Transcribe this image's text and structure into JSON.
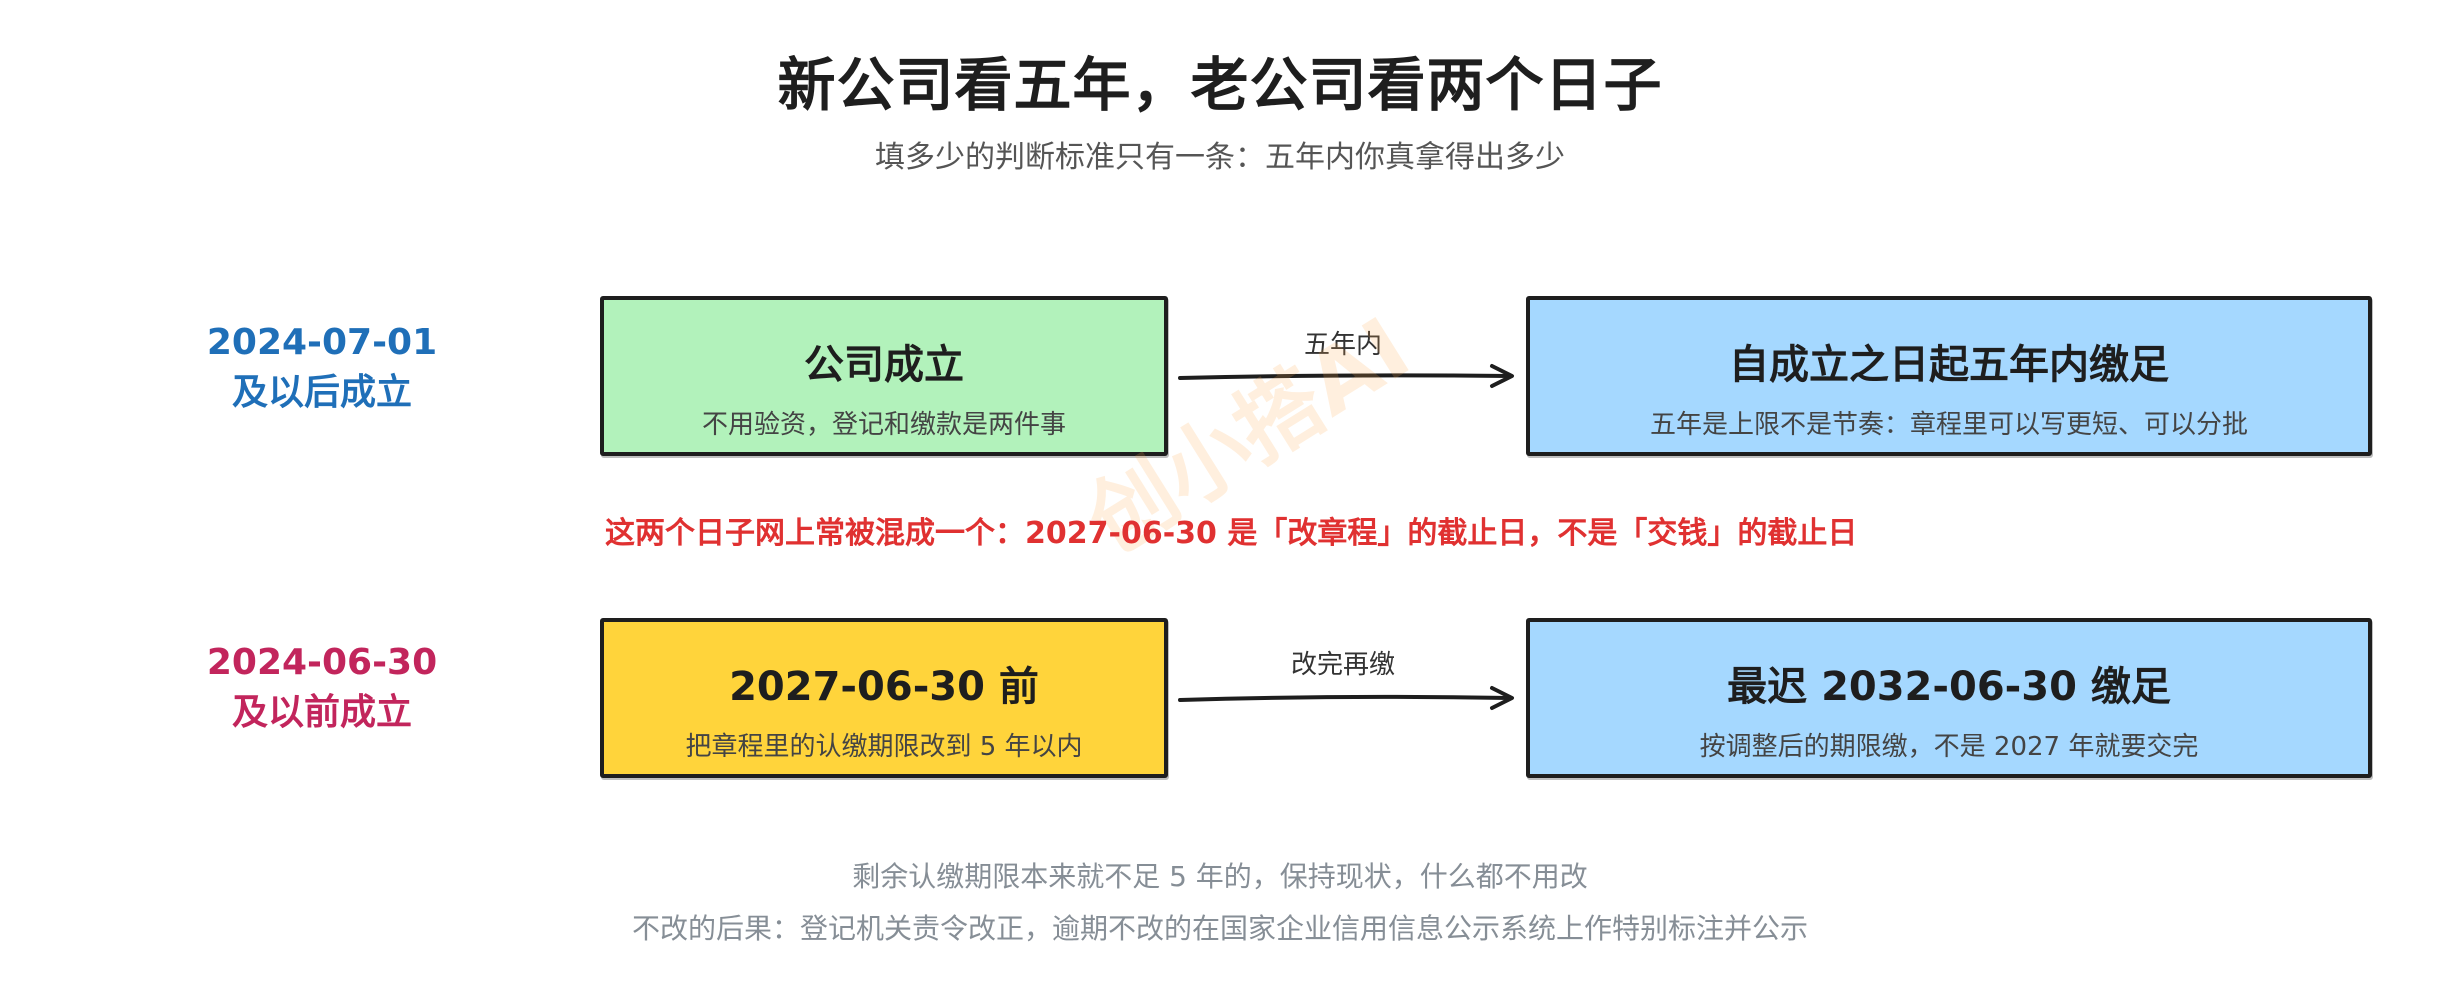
{
  "title": "新公司看五年，老公司看两个日子",
  "subtitle": "填多少的判断标准只有一条：五年内你真拿得出多少",
  "rows": [
    {
      "label_line1": "2024-07-01",
      "label_line2": "及以后成立",
      "label_color": "#1f6fb8",
      "left_box": {
        "title": "公司成立",
        "desc": "不用验资，登记和缴款是两件事",
        "color": "#b2f2bb"
      },
      "arrow_label": "五年内",
      "right_box": {
        "title": "自成立之日起五年内缴足",
        "desc": "五年是上限不是节奏：章程里可以写更短、可以分批",
        "color": "#a5d8ff"
      }
    },
    {
      "label_line1": "2024-06-30",
      "label_line2": "及以前成立",
      "label_color": "#c2255c",
      "left_box": {
        "title": "2027-06-30 前",
        "desc": "把章程里的认缴期限改到 5 年以内",
        "color": "#ffd43b"
      },
      "arrow_label": "改完再缴",
      "right_box": {
        "title": "最迟 2032-06-30 缴足",
        "desc": "按调整后的期限缴，不是 2027 年就要交完",
        "color": "#a5d8ff"
      }
    }
  ],
  "warning": "这两个日子网上常被混成一个：2027-06-30 是「改章程」的截止日，不是「交钱」的截止日",
  "warning_color": "#e03131",
  "watermark": "创小搭AI",
  "footnotes": [
    "剩余认缴期限本来就不足 5 年的，保持现状，什么都不用改",
    "不改的后果：登记机关责令改正，逾期不改的在国家企业信用信息公示系统上作特别标注并公示"
  ]
}
